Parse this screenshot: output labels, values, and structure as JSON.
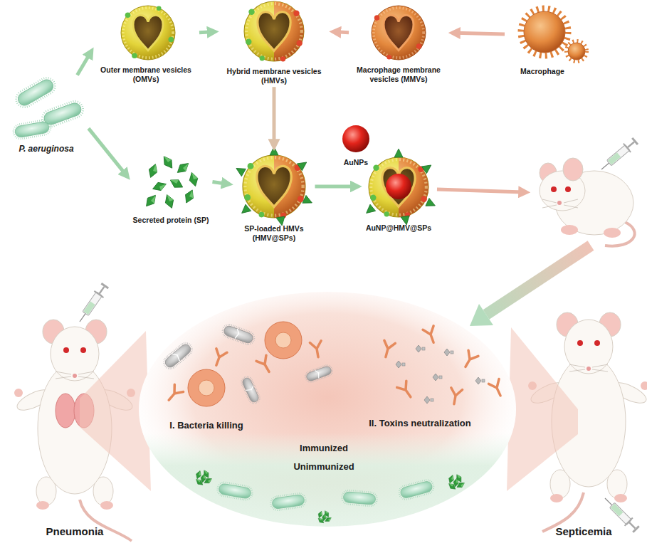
{
  "diagram": {
    "nodes": [
      {
        "text": [
          "P. aeruginosa"
        ]
      },
      {
        "text": [
          "Outer membrane vesicles (OMVs)"
        ]
      },
      {
        "text": [
          "Hybrid membrane vesicles (HMVs)"
        ]
      },
      {
        "text": [
          "Macrophage membrane vesicles (MMVs)"
        ]
      },
      {
        "text": [
          "Macrophage"
        ]
      },
      {
        "text": [
          "Secreted protein (SP)"
        ]
      },
      {
        "text": [
          "SP-loaded HMVs (HMV@SPs)"
        ]
      },
      {
        "text": [
          "AuNPs"
        ]
      },
      {
        "text": [
          "AuNP@HMV@SPs"
        ]
      },
      {
        "text": [
          "I. Bacteria killing",
          "II. Toxins neutralization",
          "Immunized",
          "Unimmunized"
        ]
      },
      {
        "text": [
          "Pneumonia"
        ]
      },
      {
        "text": [
          "Septicemia"
        ]
      }
    ],
    "edges": [
      {
        "from": 0,
        "to": 1,
        "arrow": "to"
      },
      {
        "from": 0,
        "to": 5,
        "arrow": "to"
      },
      {
        "from": 1,
        "to": 2,
        "arrow": "to"
      },
      {
        "from": 3,
        "to": 2,
        "arrow": "to"
      },
      {
        "from": 4,
        "to": 3,
        "arrow": "to"
      },
      {
        "from": 2,
        "to": 6,
        "arrow": "to"
      },
      {
        "from": 5,
        "to": 6,
        "arrow": "to"
      },
      {
        "from": 6,
        "to": 8,
        "arrow": "to"
      }
    ]
  }
}
